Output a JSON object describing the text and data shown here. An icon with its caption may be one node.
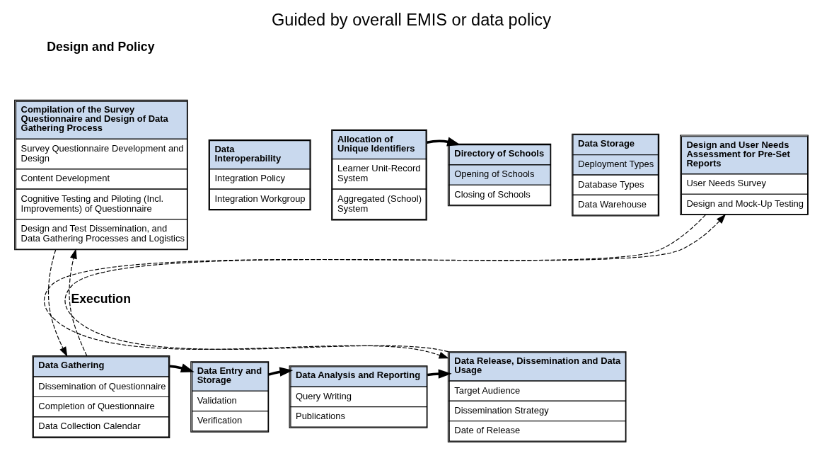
{
  "diagram": {
    "title": "Guided by overall EMIS or data policy",
    "nodes": [
      {
        "text": [
          "Compilation of the Survey Questionnaire and Design of Data Gathering Process",
          "Survey Questionnaire Development and Design",
          "Content Development",
          "Cognitive Testing and Piloting (Incl. Improvements) of Questionnaire",
          "Design and Test Dissemination, and Data Gathering Processes and Logistics"
        ]
      },
      {
        "text": [
          "Data Interoperability",
          "Integration Policy",
          "Integration Workgroup"
        ]
      },
      {
        "text": [
          "Allocation of Unique Identifiers",
          "Learner Unit-Record System",
          "Aggregated (School) System"
        ]
      },
      {
        "text": [
          "Directory of Schools",
          "Opening of Schools",
          "Closing of Schools"
        ]
      },
      {
        "text": [
          "Data Storage",
          "Deployment Types",
          "Database Types",
          "Data Warehouse"
        ]
      },
      {
        "text": [
          "Design and User Needs Assessment for Pre-Set Reports",
          "User Needs Survey",
          "Design and Mock-Up Testing"
        ]
      },
      {
        "text": [
          "Data Gathering",
          "Dissemination of Questionnaire",
          "Completion of Questionnaire",
          "Data Collection Calendar"
        ]
      },
      {
        "text": [
          "Data Entry and Storage",
          "Validation",
          "Verification"
        ]
      },
      {
        "text": [
          "Data Analysis and Reporting",
          "Query Writing",
          "Publications"
        ]
      },
      {
        "text": [
          "Data Release, Dissemination and Data Usage",
          "Target Audience",
          "Dissemination Strategy",
          "Date of Release"
        ]
      }
    ],
    "edges": [
      {
        "from": 2,
        "to": 3,
        "arrow": "to",
        "style": "thick"
      },
      {
        "from": 6,
        "to": 0,
        "arrow": "to",
        "style": "dashed"
      },
      {
        "from": 0,
        "to": 6,
        "arrow": "to",
        "style": "dashed"
      },
      {
        "from": 5,
        "to": 9,
        "arrow": "to",
        "style": "dashed"
      },
      {
        "from": 9,
        "to": 5,
        "arrow": "to",
        "style": "dashed"
      },
      {
        "from": 6,
        "to": 7,
        "arrow": "to",
        "style": "thick"
      },
      {
        "from": 7,
        "to": 8,
        "arrow": "to",
        "style": "thick"
      },
      {
        "from": 8,
        "to": 9,
        "arrow": "to",
        "style": "thick"
      }
    ],
    "labels": [
      "Design and Policy",
      "Execution"
    ]
  }
}
